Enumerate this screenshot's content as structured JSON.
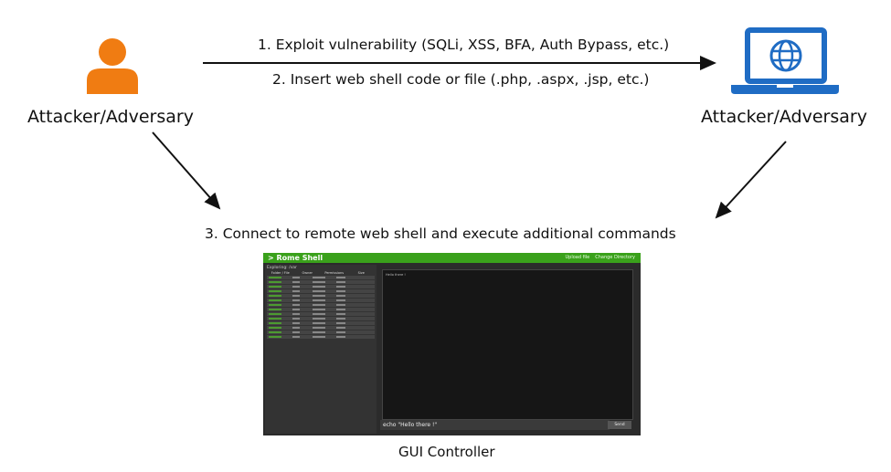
{
  "actors": {
    "left_label": "Attacker/Adversary",
    "right_label": "Attacker/Adversary"
  },
  "steps": {
    "s1": "1. Exploit vulnerability (SQLi, XSS, BFA, Auth Bypass, etc.)",
    "s2": "2. Insert web shell code or file (.php, .aspx, .jsp, etc.)",
    "s3": "3. Connect to remote web shell and execute additional commands"
  },
  "shell": {
    "title": "> Rome Shell",
    "upload": "Upload file",
    "change_dir": "Change Directory",
    "exploring": "Exploring: /var",
    "columns": [
      "Folder / File",
      "Owner",
      "Permissions",
      "Size"
    ],
    "output": "Hello there !",
    "input": "echo \"Hello there !\"",
    "send": "Send"
  },
  "caption": "GUI Controller",
  "colors": {
    "person": "#f07c12",
    "laptop": "#1f6cc4",
    "shell_bar": "#3aa11b"
  }
}
